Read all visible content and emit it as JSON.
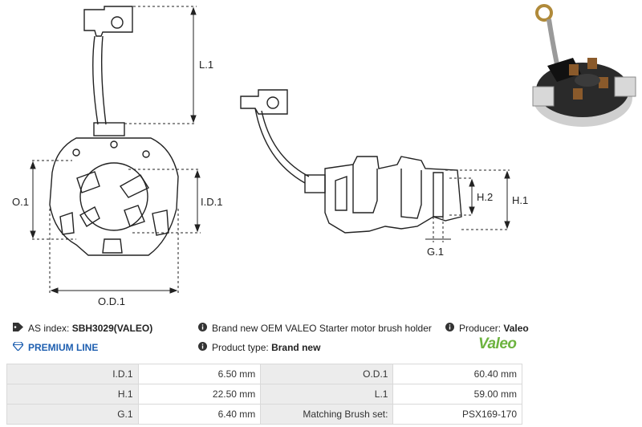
{
  "drawing_labels": {
    "l1": "L.1",
    "o1": "O.1",
    "i_d1": "I.D.1",
    "o_d1": "O.D.1",
    "h2": "H.2",
    "h1": "H.1",
    "g1": "G.1"
  },
  "info": {
    "as_index_label": "AS index:",
    "as_index_value": "SBH3029(VALEO)",
    "premium": "PREMIUM LINE",
    "description": "Brand new OEM VALEO Starter motor brush holder",
    "product_type_label": "Product type:",
    "product_type_value": "Brand new",
    "producer_label": "Producer:",
    "producer_value": "Valeo",
    "logo_text": "Valeo"
  },
  "specs": [
    {
      "l_label": "I.D.1",
      "l_value": "6.50 mm",
      "r_label": "O.D.1",
      "r_value": "60.40 mm"
    },
    {
      "l_label": "H.1",
      "l_value": "22.50 mm",
      "r_label": "L.1",
      "r_value": "59.00 mm"
    },
    {
      "l_label": "G.1",
      "l_value": "6.40 mm",
      "r_label": "Matching Brush set:",
      "r_value": "PSX169-170"
    }
  ],
  "colors": {
    "premium": "#1e5fb0",
    "valeo_green": "#6cb33e",
    "label_cell": "#ececec"
  }
}
